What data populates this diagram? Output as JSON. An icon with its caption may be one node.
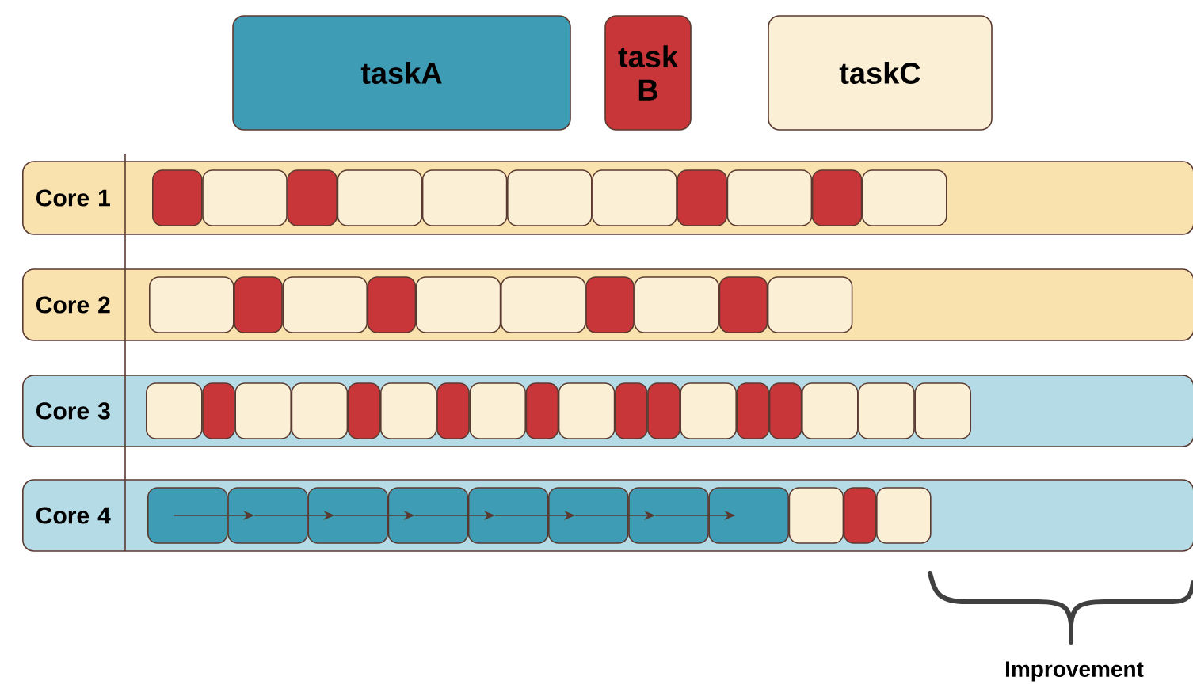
{
  "diagram": {
    "nodes": [
      {
        "text": [
          "taskA"
        ]
      },
      {
        "text": [
          "task B"
        ]
      },
      {
        "text": [
          "taskC"
        ]
      },
      {
        "text": [
          "Core 1"
        ]
      },
      {
        "text": [
          "Core 2"
        ]
      },
      {
        "text": [
          "Core 3"
        ]
      },
      {
        "text": [
          "Core 4"
        ]
      },
      {
        "text": [],
        "shape": "box",
        "in": 3
      },
      {
        "text": [],
        "shape": "box",
        "in": 3
      },
      {
        "text": [],
        "shape": "box",
        "in": 3
      },
      {
        "text": [],
        "shape": "box",
        "in": 3
      },
      {
        "text": [],
        "shape": "box",
        "in": 3
      },
      {
        "text": [],
        "shape": "box",
        "in": 3
      },
      {
        "text": [],
        "shape": "box",
        "in": 3
      },
      {
        "text": [],
        "shape": "box",
        "in": 3
      },
      {
        "text": [],
        "shape": "box",
        "in": 3
      },
      {
        "text": [],
        "shape": "box",
        "in": 3
      },
      {
        "text": [],
        "shape": "box",
        "in": 3
      },
      {
        "text": [],
        "shape": "box",
        "in": 4
      },
      {
        "text": [],
        "shape": "box",
        "in": 4
      },
      {
        "text": [],
        "shape": "box",
        "in": 4
      },
      {
        "text": [],
        "shape": "box",
        "in": 4
      },
      {
        "text": [],
        "shape": "box",
        "in": 4
      },
      {
        "text": [],
        "shape": "box",
        "in": 4
      },
      {
        "text": [],
        "shape": "box",
        "in": 4
      },
      {
        "text": [],
        "shape": "box",
        "in": 4
      },
      {
        "text": [],
        "shape": "box",
        "in": 4
      },
      {
        "text": [],
        "shape": "box",
        "in": 4
      },
      {
        "text": [],
        "shape": "box",
        "in": 5
      },
      {
        "text": [],
        "shape": "box",
        "in": 5
      },
      {
        "text": [],
        "shape": "box",
        "in": 5
      },
      {
        "text": [],
        "shape": "box",
        "in": 5
      },
      {
        "text": [],
        "shape": "box",
        "in": 5
      },
      {
        "text": [],
        "shape": "box",
        "in": 5
      },
      {
        "text": [],
        "shape": "box",
        "in": 5
      },
      {
        "text": [],
        "shape": "box",
        "in": 5
      },
      {
        "text": [],
        "shape": "box",
        "in": 5
      },
      {
        "text": [],
        "shape": "box",
        "in": 5
      },
      {
        "text": [],
        "shape": "box",
        "in": 5
      },
      {
        "text": [],
        "shape": "box",
        "in": 5
      },
      {
        "text": [],
        "shape": "box",
        "in": 5
      },
      {
        "text": [],
        "shape": "box",
        "in": 5
      },
      {
        "text": [],
        "shape": "box",
        "in": 5
      },
      {
        "text": [],
        "shape": "box",
        "in": 5
      },
      {
        "text": [],
        "shape": "box",
        "in": 5
      },
      {
        "text": [],
        "shape": "box",
        "in": 5
      },
      {
        "text": [],
        "shape": "box",
        "in": 6
      },
      {
        "text": [],
        "shape": "box",
        "in": 6
      },
      {
        "text": [],
        "shape": "box",
        "in": 6
      },
      {
        "text": [],
        "shape": "box",
        "in": 6
      },
      {
        "text": [],
        "shape": "box",
        "in": 6
      },
      {
        "text": [],
        "shape": "box",
        "in": 6
      },
      {
        "text": [],
        "shape": "box",
        "in": 6
      },
      {
        "text": [],
        "shape": "box",
        "in": 6
      },
      {
        "text": [],
        "shape": "box",
        "in": 6
      },
      {
        "text": [],
        "shape": "box",
        "in": 6
      },
      {
        "text": [],
        "shape": "box",
        "in": 6
      }
    ],
    "edges": [
      {
        "from": 46,
        "to": 47,
        "arrow": "to"
      },
      {
        "from": 47,
        "to": 48,
        "arrow": "to"
      },
      {
        "from": 48,
        "to": 49,
        "arrow": "to"
      },
      {
        "from": 49,
        "to": 50,
        "arrow": "to"
      },
      {
        "from": 50,
        "to": 51,
        "arrow": "to"
      },
      {
        "from": 51,
        "to": 52,
        "arrow": "to"
      },
      {
        "from": 52,
        "to": 53,
        "arrow": "to"
      }
    ],
    "labels": [
      "Improvement"
    ]
  }
}
